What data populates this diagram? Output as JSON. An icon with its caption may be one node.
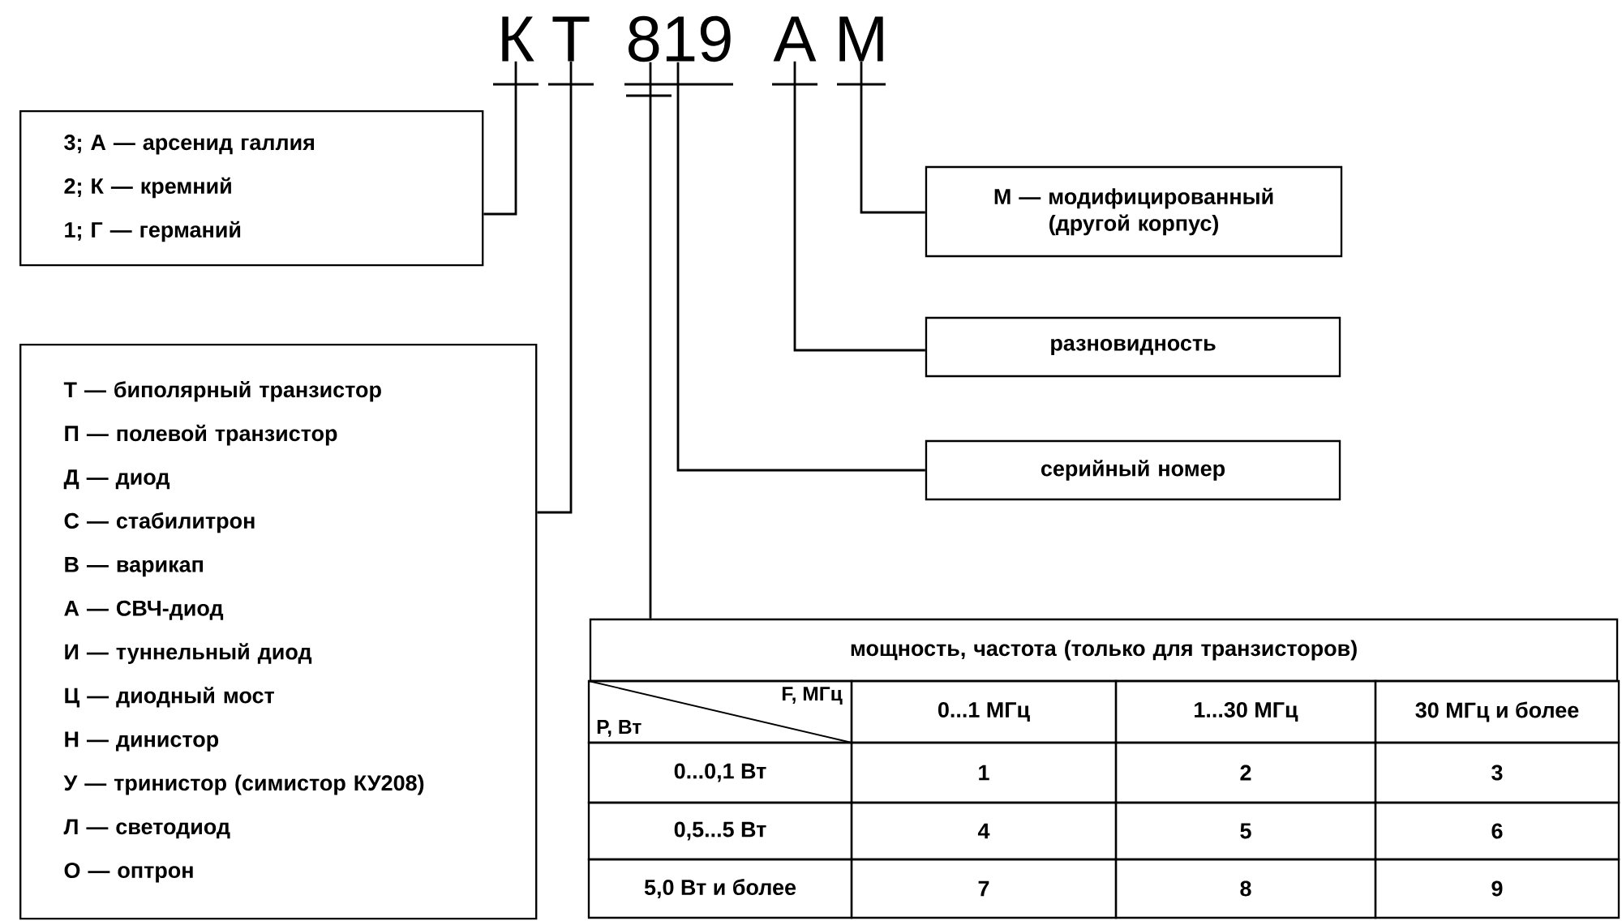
{
  "diagram": {
    "nodes": [
      {
        "text": [
          "К"
        ]
      },
      {
        "text": [
          "Т"
        ]
      },
      {
        "text": [
          "819"
        ]
      },
      {
        "text": [
          "А"
        ]
      },
      {
        "text": [
          "М"
        ]
      },
      {
        "text": [
          "3; А — арсенид галлия",
          "2; К — кремний",
          "1; Г — германий"
        ]
      },
      {
        "text": [
          "Т — биполярный транзистор",
          "П — полевой транзистор",
          "Д — диод",
          "С — стабилитрон",
          "В — варикап",
          "А — СВЧ-диод",
          "И — туннельный диод",
          "Ц — диодный мост",
          "Н — динистор",
          "У — тринистор (симистор КУ208)",
          "Л — светодиод",
          "О — оптрон"
        ]
      },
      {
        "text": [
          "М — модифицированный (другой корпус)"
        ]
      },
      {
        "text": [
          "разновидность"
        ]
      },
      {
        "text": [
          "серийный номер"
        ]
      },
      {
        "text": [
          "мощность, частота (только для транзисторов)"
        ]
      }
    ],
    "edges": [
      {
        "from": 0,
        "to": 5,
        "arrow": "none"
      },
      {
        "from": 1,
        "to": 6,
        "arrow": "none"
      },
      {
        "from": 4,
        "to": 7,
        "arrow": "none"
      },
      {
        "from": 3,
        "to": 8,
        "arrow": "none"
      },
      {
        "from": 2,
        "to": 9,
        "arrow": "none"
      },
      {
        "from": 2,
        "to": 10,
        "arrow": "none"
      }
    ],
    "labels": [
      "F, МГц",
      "Р, Вт",
      "0...1 МГц",
      "1...30 МГц",
      "30 МГц и более",
      "0...0,1 Вт",
      "1",
      "2",
      "3",
      "0,5...5 Вт",
      "4",
      "5",
      "6",
      "5,0 Вт и более",
      "7",
      "8",
      "9"
    ]
  }
}
